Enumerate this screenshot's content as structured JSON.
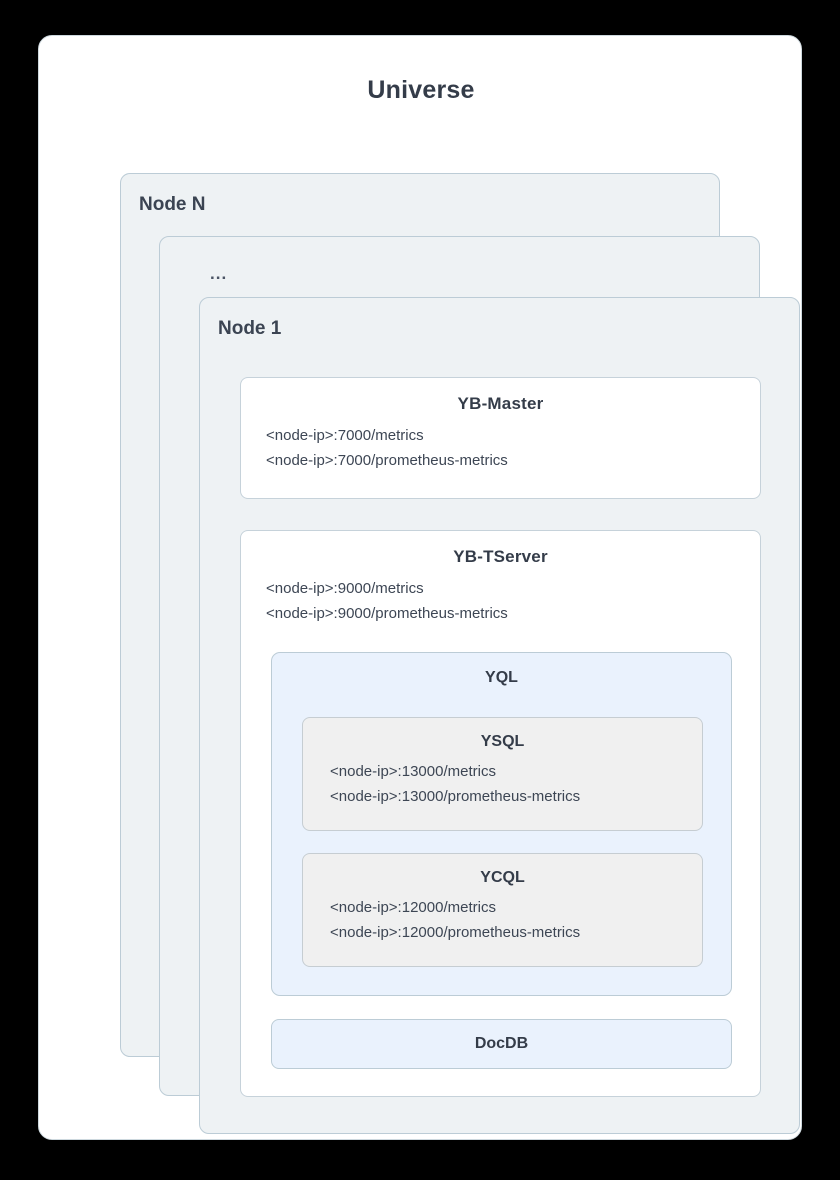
{
  "diagram": {
    "title": "Universe",
    "nodes": [
      {
        "label": "Node N"
      },
      {
        "label": "..."
      },
      {
        "label": "Node 1"
      }
    ],
    "services": {
      "master": {
        "title": "YB-Master",
        "endpoints": [
          "<node-ip>:7000/metrics",
          "<node-ip>:7000/prometheus-metrics"
        ]
      },
      "tserver": {
        "title": "YB-TServer",
        "endpoints": [
          "<node-ip>:9000/metrics",
          "<node-ip>:9000/prometheus-metrics"
        ]
      },
      "yql": {
        "title": "YQL",
        "apis": [
          {
            "title": "YSQL",
            "endpoints": [
              "<node-ip>:13000/metrics",
              "<node-ip>:13000/prometheus-metrics"
            ]
          },
          {
            "title": "YCQL",
            "endpoints": [
              "<node-ip>:12000/metrics",
              "<node-ip>:12000/prometheus-metrics"
            ]
          }
        ]
      },
      "docdb": {
        "title": "DocDB"
      }
    }
  },
  "colors": {
    "page_background": "#000000",
    "card_background": "#ffffff",
    "node_background": "#eef2f4",
    "node_border": "#bcccd6",
    "service_border": "#c6d2da",
    "yql_background": "#eaf2fd",
    "api_background": "#f0f0f0",
    "api_border": "#c6cdd2",
    "title_text": "#343c49",
    "body_text": "#3d4654"
  }
}
